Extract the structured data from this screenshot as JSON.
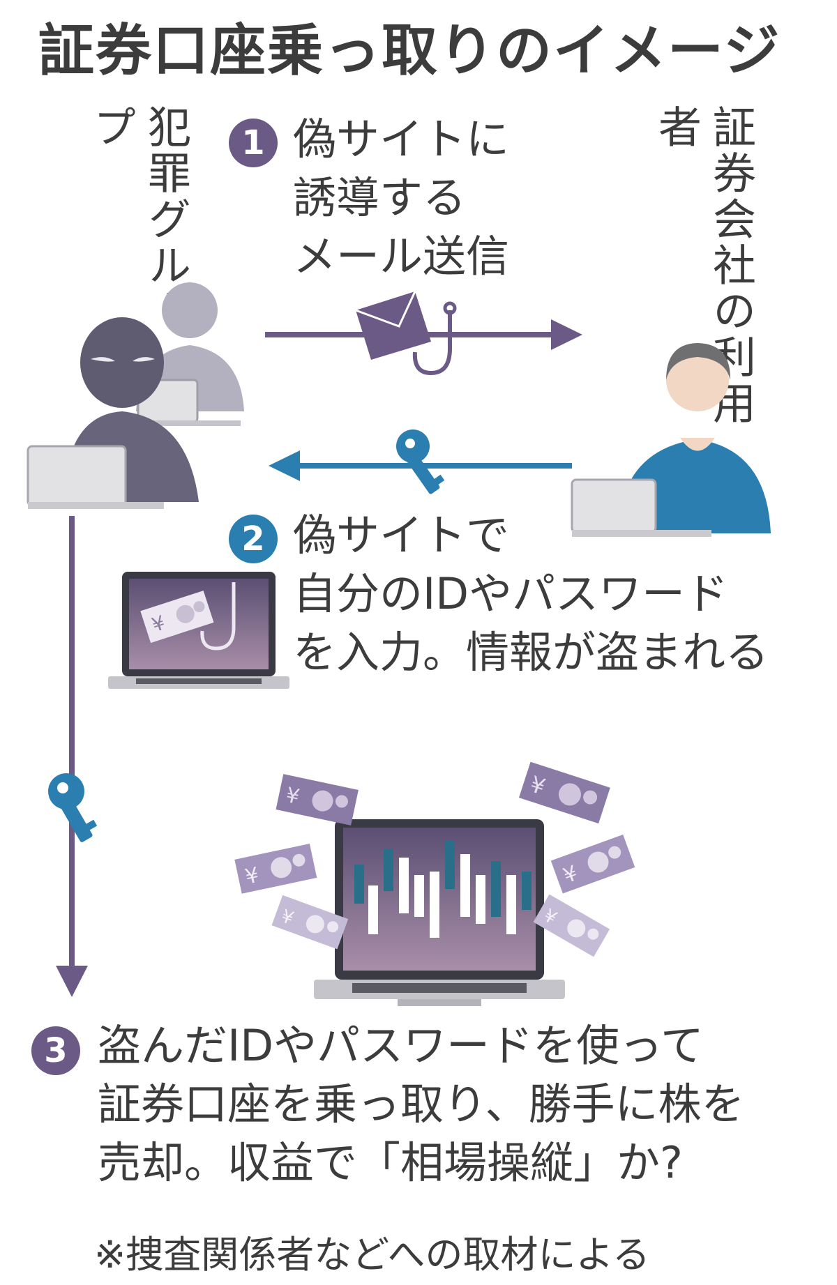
{
  "title": "証券口座乗っ取りのイメージ",
  "actors": {
    "criminal_group": "犯罪グループ",
    "user": "証券会社の利用者"
  },
  "steps": [
    {
      "number": "1",
      "text": "偽サイトに\n誘導する\nメール送信",
      "color": "#6b5a86"
    },
    {
      "number": "2",
      "text": "偽サイトで\n自分のIDやパスワード\nを入力。情報が盗まれる",
      "color": "#2a7fb0"
    },
    {
      "number": "3",
      "text": "盗んだIDやパスワードを使って\n証券口座を乗っ取り、勝手に株を\n売却。収益で「相場操縦」か?",
      "color": "#6b5a86"
    }
  ],
  "note": "※捜査関係者などへの取材による",
  "icons": {
    "email": "envelope-icon",
    "hook": "fishing-hook-icon",
    "key": "key-icon",
    "banknote": "yen-banknote-icon",
    "laptop": "laptop-icon"
  },
  "colors": {
    "purple": "#6b5a86",
    "blue": "#2a7fb0",
    "text": "#3c3c3c"
  }
}
